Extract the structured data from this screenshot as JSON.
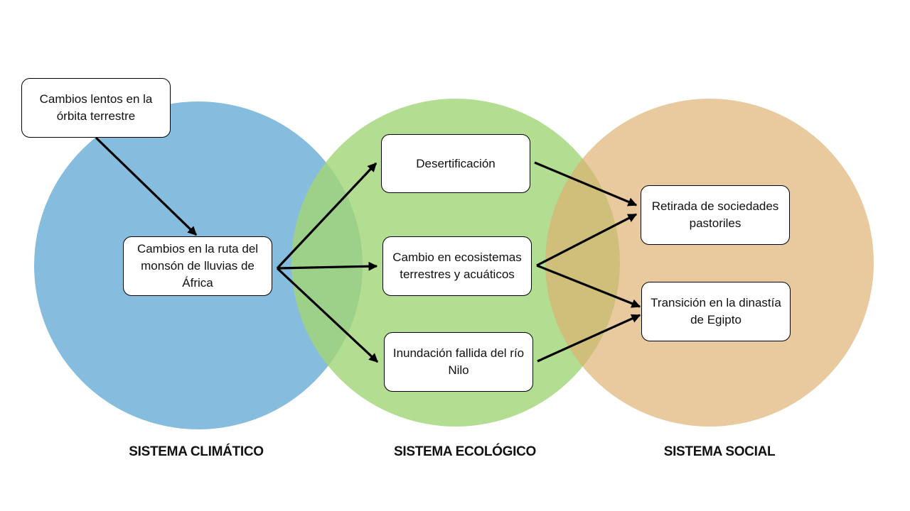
{
  "colors": {
    "climate": "#6badd6",
    "ecology": "#a8d982",
    "social": "#e4c08e",
    "box_border": "#000000",
    "arrow": "#000000"
  },
  "systems": [
    {
      "id": "climate",
      "label": "SISTEMA CLIMÁTICO"
    },
    {
      "id": "ecology",
      "label": "SISTEMA ECOLÓGICO"
    },
    {
      "id": "social",
      "label": "SISTEMA SOCIAL"
    }
  ],
  "nodes": {
    "orbit": "Cambios lentos en la órbita terrestre",
    "monsoon": "Cambios en la ruta del monsón de lluvias de África",
    "desert": "Desertificación",
    "ecosystems": "Cambio en ecosistemas terrestres  y acuáticos",
    "nile": "Inundación fallida del río Nilo",
    "pastoral": "Retirada de sociedades pastoriles",
    "egypt": "Transición en la dinastía de Egipto"
  },
  "edges": [
    {
      "from": "orbit",
      "to": "monsoon"
    },
    {
      "from": "monsoon",
      "to": "desert"
    },
    {
      "from": "monsoon",
      "to": "ecosystems"
    },
    {
      "from": "monsoon",
      "to": "nile"
    },
    {
      "from": "desert",
      "to": "pastoral"
    },
    {
      "from": "ecosystems",
      "to": "pastoral"
    },
    {
      "from": "ecosystems",
      "to": "egypt"
    },
    {
      "from": "nile",
      "to": "egypt"
    }
  ]
}
